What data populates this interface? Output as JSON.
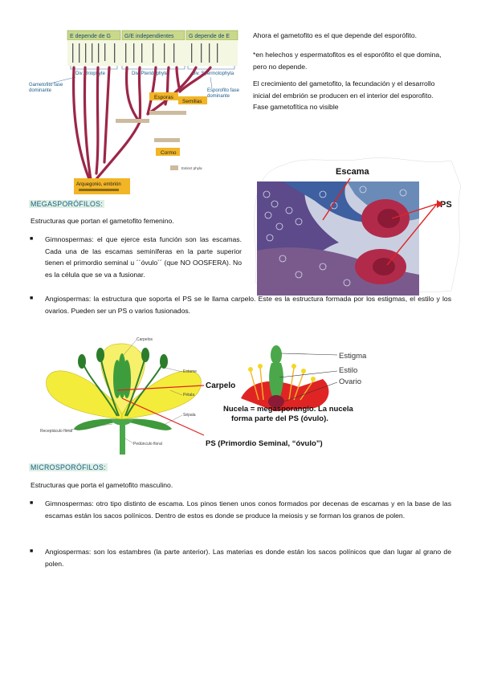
{
  "phylogeny": {
    "header_left": "E depende de G",
    "header_mid": "G/E independientes",
    "header_right": "G depende de E",
    "div_briophyte": "Div. Briophyte",
    "div_pteridophyte": "Div. Pteridophyte",
    "div_spermatophyte": "Div. Spermotophyta",
    "gametofito_label": "Gametofito fase dominante",
    "esporofito_label": "Esporofito fase dominante",
    "esporas": "Esporas",
    "semillas": "Semillas",
    "cormo": "Cormo",
    "arquegonio": "Arquegonio, embrión",
    "extinct": "Extinct phyla"
  },
  "right_notes": {
    "p1": "Ahora el gametofito es el que depende del esporófito.",
    "p2": "*en helechos y espermatofitos es el esporófito el que domina, pero no depende.",
    "p3": "El crecimiento del gametofito, la fecundación y el desarrollo inicial del embrión se producen en el interior del esporofito. Fase gametofítica no visible"
  },
  "micrograph": {
    "label_escama": "Escama",
    "label_ps": "PS"
  },
  "mega": {
    "heading": "MEGASPORÓFILOS:",
    "intro": "Estructuras que portan el gametofito femenino.",
    "bullet1": "Gimnospermas: el que ejerce esta función son las escamas. Cada una de las escamas seminíferas en la parte superior tienen el primordio seminal u ´´óvulo´´ (que NO OOSFERA). No es la célula que se va a fusionar.",
    "bullet2": "Angiospermas: la estructura que soporta el PS se le llama carpelo. Este es la estructura formada por los estigmas, el estilo y los ovarios. Pueden ser un PS o varios fusionados."
  },
  "flower": {
    "carpelos": "Carpelos",
    "estame": "Estame",
    "petala": "Pétala",
    "sepala": "Sépala",
    "receptaculo": "Receptáculo floral",
    "peduncle": "Pedúnculo floral",
    "estigma": "Estigma",
    "estilo": "Estilo",
    "ovario": "Ovario",
    "carpelo": "Carpelo",
    "nucela_line1": "Nucela = megasporangio. La nucela",
    "nucela_line2": "forma parte del PS (óvulo).",
    "ps_label": "PS (Primordio Seminal, “óvulo”)"
  },
  "micro": {
    "heading": "MICROSPORÓFILOS:",
    "intro": "Estructuras que porta el gametofito masculino.",
    "bullet1": "Gimnospermas: otro tipo distinto de escama. Los pinos tienen unos conos formados por decenas de escamas y en la base de las escamas están los sacos polínicos. Dentro de estos es donde se produce la meiosis y se forman los granos de polen.",
    "bullet2": "Angiospermas: son los estambres (la parte anterior). Las materias es donde están los sacos polínicos que dan lugar al grano de polen."
  },
  "colors": {
    "heading_bg": "#dff0e3",
    "heading_text": "#1a5d8a",
    "branch": "#9c2748",
    "phylo_header": "#c9d88a",
    "label_box": "#f2b526",
    "petal": "#f4ec3a",
    "red_flower": "#e02424"
  }
}
